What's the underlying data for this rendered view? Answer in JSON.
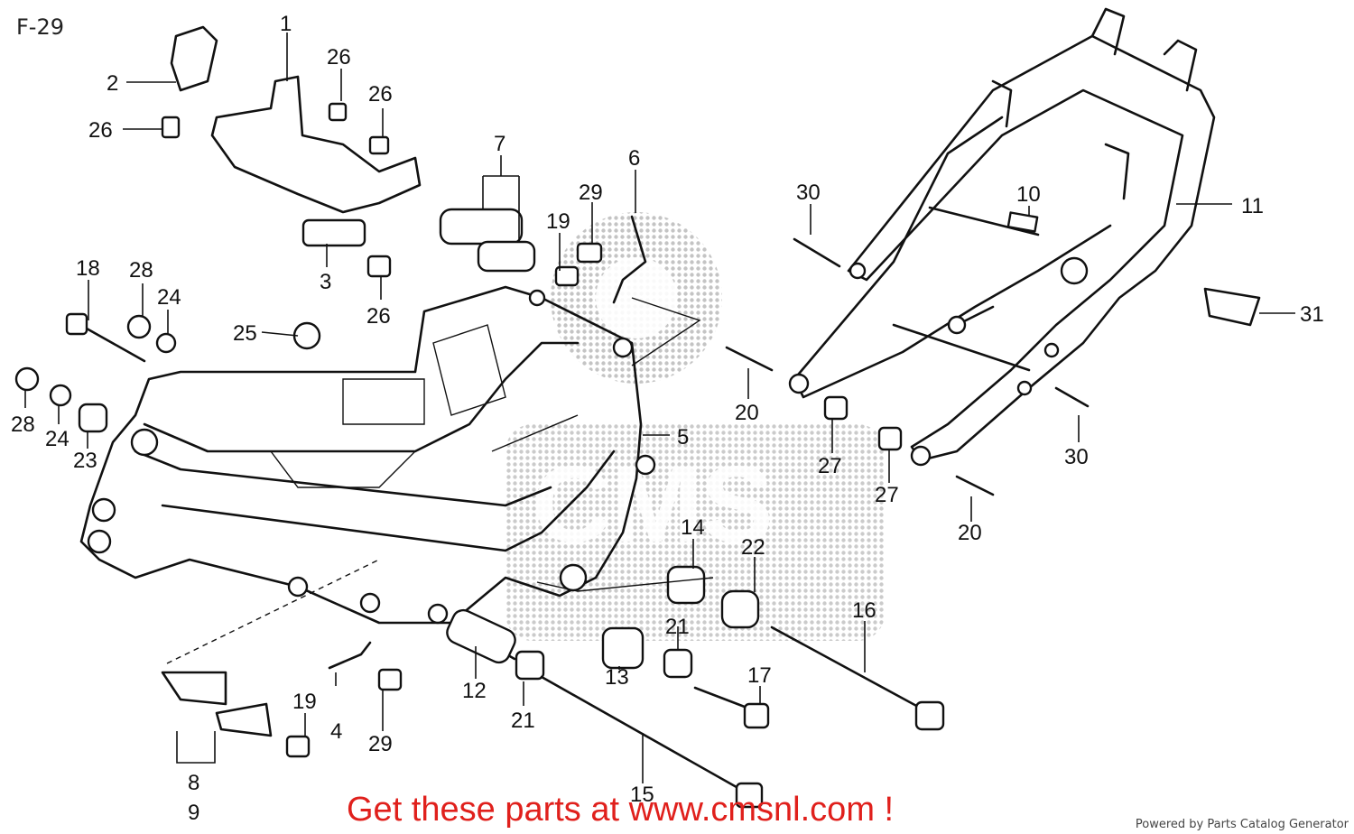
{
  "page_code": "F-29",
  "promo_text": "Get these parts at www.cmsnl.com !",
  "footer_text": "Powered by Parts Catalog Generator",
  "watermark_text": "CMS",
  "colors": {
    "promo": "#e0201c",
    "ink": "#111111",
    "watermark": "#c8c8c8"
  },
  "callouts": [
    {
      "id": "c1",
      "label": "1"
    },
    {
      "id": "c2",
      "label": "2"
    },
    {
      "id": "c3",
      "label": "3"
    },
    {
      "id": "c4",
      "label": "4"
    },
    {
      "id": "c5",
      "label": "5"
    },
    {
      "id": "c6",
      "label": "6"
    },
    {
      "id": "c7",
      "label": "7"
    },
    {
      "id": "c8",
      "label": "8"
    },
    {
      "id": "c9",
      "label": "9"
    },
    {
      "id": "c10",
      "label": "10"
    },
    {
      "id": "c11",
      "label": "11"
    },
    {
      "id": "c12",
      "label": "12"
    },
    {
      "id": "c13",
      "label": "13"
    },
    {
      "id": "c14",
      "label": "14"
    },
    {
      "id": "c15",
      "label": "15"
    },
    {
      "id": "c16",
      "label": "16"
    },
    {
      "id": "c17",
      "label": "17"
    },
    {
      "id": "c18",
      "label": "18"
    },
    {
      "id": "c19a",
      "label": "19"
    },
    {
      "id": "c19b",
      "label": "19"
    },
    {
      "id": "c20a",
      "label": "20"
    },
    {
      "id": "c20b",
      "label": "20"
    },
    {
      "id": "c21a",
      "label": "21"
    },
    {
      "id": "c21b",
      "label": "21"
    },
    {
      "id": "c22",
      "label": "22"
    },
    {
      "id": "c23",
      "label": "23"
    },
    {
      "id": "c24a",
      "label": "24"
    },
    {
      "id": "c24b",
      "label": "24"
    },
    {
      "id": "c25",
      "label": "25"
    },
    {
      "id": "c26a",
      "label": "26"
    },
    {
      "id": "c26b",
      "label": "26"
    },
    {
      "id": "c26c",
      "label": "26"
    },
    {
      "id": "c26d",
      "label": "26"
    },
    {
      "id": "c27a",
      "label": "27"
    },
    {
      "id": "c27b",
      "label": "27"
    },
    {
      "id": "c28a",
      "label": "28"
    },
    {
      "id": "c28b",
      "label": "28"
    },
    {
      "id": "c29a",
      "label": "29"
    },
    {
      "id": "c29b",
      "label": "29"
    },
    {
      "id": "c30a",
      "label": "30"
    },
    {
      "id": "c30b",
      "label": "30"
    },
    {
      "id": "c31",
      "label": "31"
    }
  ]
}
